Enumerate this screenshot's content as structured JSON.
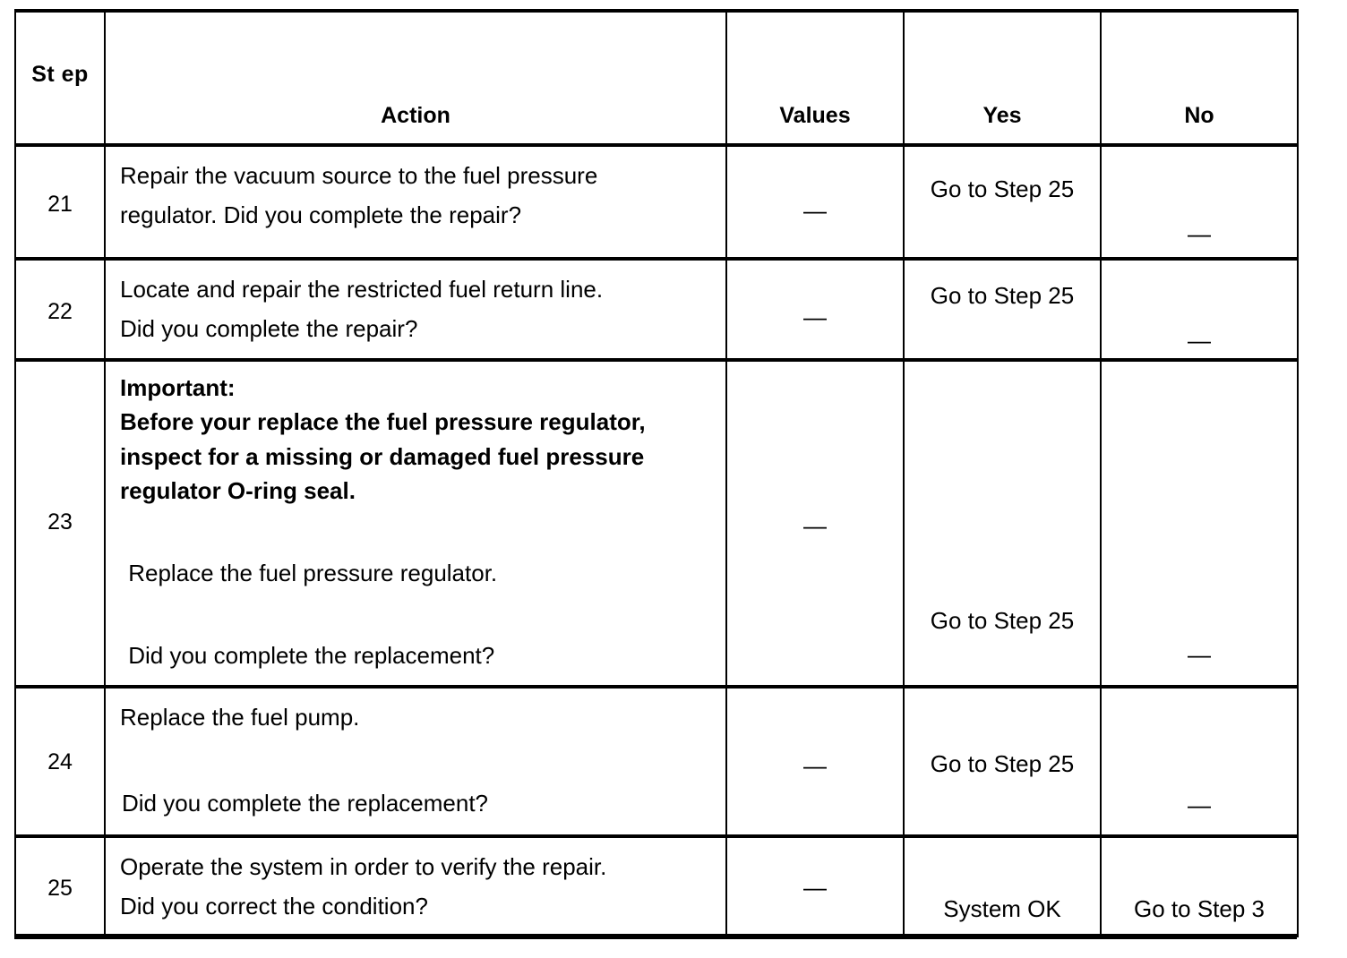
{
  "table": {
    "columns": [
      {
        "key": "step",
        "label": "St\nep",
        "name": "column-header-step"
      },
      {
        "key": "action",
        "label": "Action",
        "name": "column-header-action"
      },
      {
        "key": "values",
        "label": "Values",
        "name": "column-header-values"
      },
      {
        "key": "yes",
        "label": "Yes",
        "name": "column-header-yes"
      },
      {
        "key": "no",
        "label": "No",
        "name": "column-header-no"
      }
    ],
    "rows": [
      {
        "step": "21",
        "action_lines": [
          "Repair the vacuum source to the fuel pressure",
          "regulator. Did you complete the repair?"
        ],
        "action_text": "Repair the vacuum source to the fuel pressure\nregulator. Did you complete the repair?",
        "values": "—",
        "yes": "Go to Step\n25",
        "no": "—"
      },
      {
        "step": "22",
        "action_lines": [
          "Locate and repair the restricted fuel return line.",
          "Did you complete the repair?"
        ],
        "action_text": "Locate and repair the restricted fuel return line.\nDid you complete the repair?",
        "values": "—",
        "yes": "Go to Step\n25",
        "no": "—"
      },
      {
        "step": "23",
        "action_important_label": "Important:",
        "action_important_body": "Before your replace the fuel pressure regulator,\ninspect for a missing or damaged fuel pressure\nregulator O-ring seal.",
        "action_bold_text": "Important:\nBefore your replace the fuel pressure regulator,\ninspect for a missing or damaged fuel pressure\nregulator O-ring seal.",
        "action_line_2": " Replace the fuel pressure regulator.",
        "action_line_3": " Did you complete the replacement?",
        "values": "—",
        "yes": "Go to Step\n25",
        "no": "—"
      },
      {
        "step": "24",
        "action_line_1": "Replace the fuel pump.",
        "action_line_2": "Did you complete the replacement?",
        "values": "—",
        "yes": "Go to Step\n25",
        "no": "—"
      },
      {
        "step": "25",
        "action_lines": [
          "Operate the system in order to verify the repair.",
          "Did you correct the condition?"
        ],
        "action_text": "Operate the system in order to verify the repair.\nDid you correct the condition?",
        "values": "—",
        "yes": "System OK",
        "no": "Go to Step 3"
      }
    ]
  },
  "style": {
    "border_color": "#000000",
    "text_color": "#000000",
    "background": "#ffffff"
  }
}
